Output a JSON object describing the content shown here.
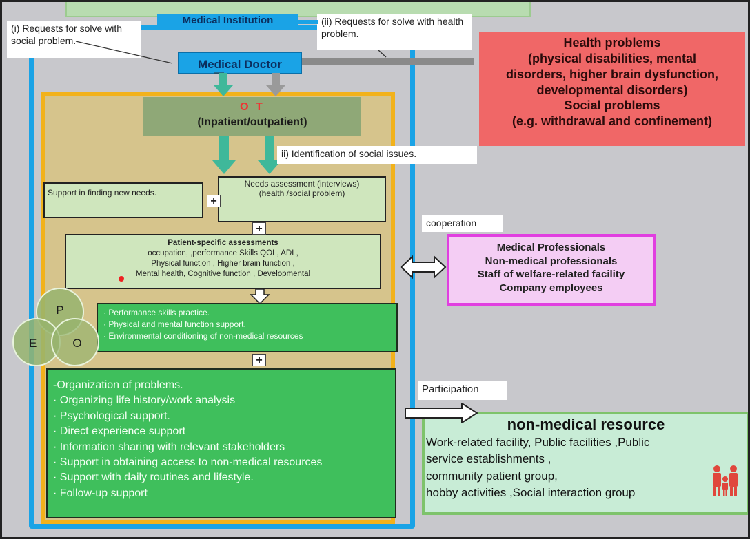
{
  "institution": {
    "label": "Medical Institution"
  },
  "callouts": {
    "social_request": "(i) Requests for solve with social problem.",
    "health_request": "(ii) Requests for solve with health problem.",
    "identification": "ii) Identification of social issues.",
    "cooperation": "cooperation",
    "participation": "Participation"
  },
  "doctor": {
    "label": "Medical Doctor"
  },
  "problems": {
    "lines": [
      "Health problems",
      "(physical disabilities, mental",
      "disorders, higher brain dysfunction,",
      "developmental disorders)",
      "Social problems",
      "(e.g. withdrawal and confinement)"
    ]
  },
  "ot": {
    "title": "O T",
    "subtitle": "(Inpatient/outpatient)"
  },
  "support_needs": "Support in finding new needs.",
  "needs_assessment": {
    "line1": "Needs assessment (interviews)",
    "line2": "(health /social problem)"
  },
  "patient_assessments": {
    "title": "Patient-specific assessments",
    "lines": [
      "occupation, ,performance Skills QOL,  ADL,",
      "Physical function , Higher brain function ,",
      "Mental health, Cognitive function , Developmental"
    ]
  },
  "peo": {
    "p": "P",
    "e": "E",
    "o": "O"
  },
  "practice": {
    "lines": [
      "· Performance skills practice.",
      "· Physical and mental function support.",
      "· Environmental conditioning of non-medical resources"
    ]
  },
  "organization": {
    "lines": [
      "-Organization of problems.",
      "· Organizing life history/work analysis",
      "· Psychological support.",
      "· Direct experience support",
      "· Information sharing with relevant stakeholders",
      "· Support in obtaining access to non-medical resources",
      "· Support with daily routines and lifestyle.",
      "· Follow-up support"
    ]
  },
  "cooperation_box": {
    "lines": [
      "Medical Professionals",
      "Non-medical professionals",
      "Staff of welfare-related facility",
      "Company employees"
    ]
  },
  "nonmedical": {
    "title": "non-medical resource",
    "lines": [
      "Work-related facility, Public facilities ,Public",
      "service establishments ,",
      "community patient group,",
      "hobby activities ,Social interaction group"
    ]
  },
  "plus_symbol": "+",
  "colors": {
    "blue": "#1aa3e6",
    "orange": "#f2b21b",
    "green": "#3fbf5c",
    "red": "#f06767",
    "magenta": "#e13fe0",
    "teal": "#3fb89a"
  }
}
